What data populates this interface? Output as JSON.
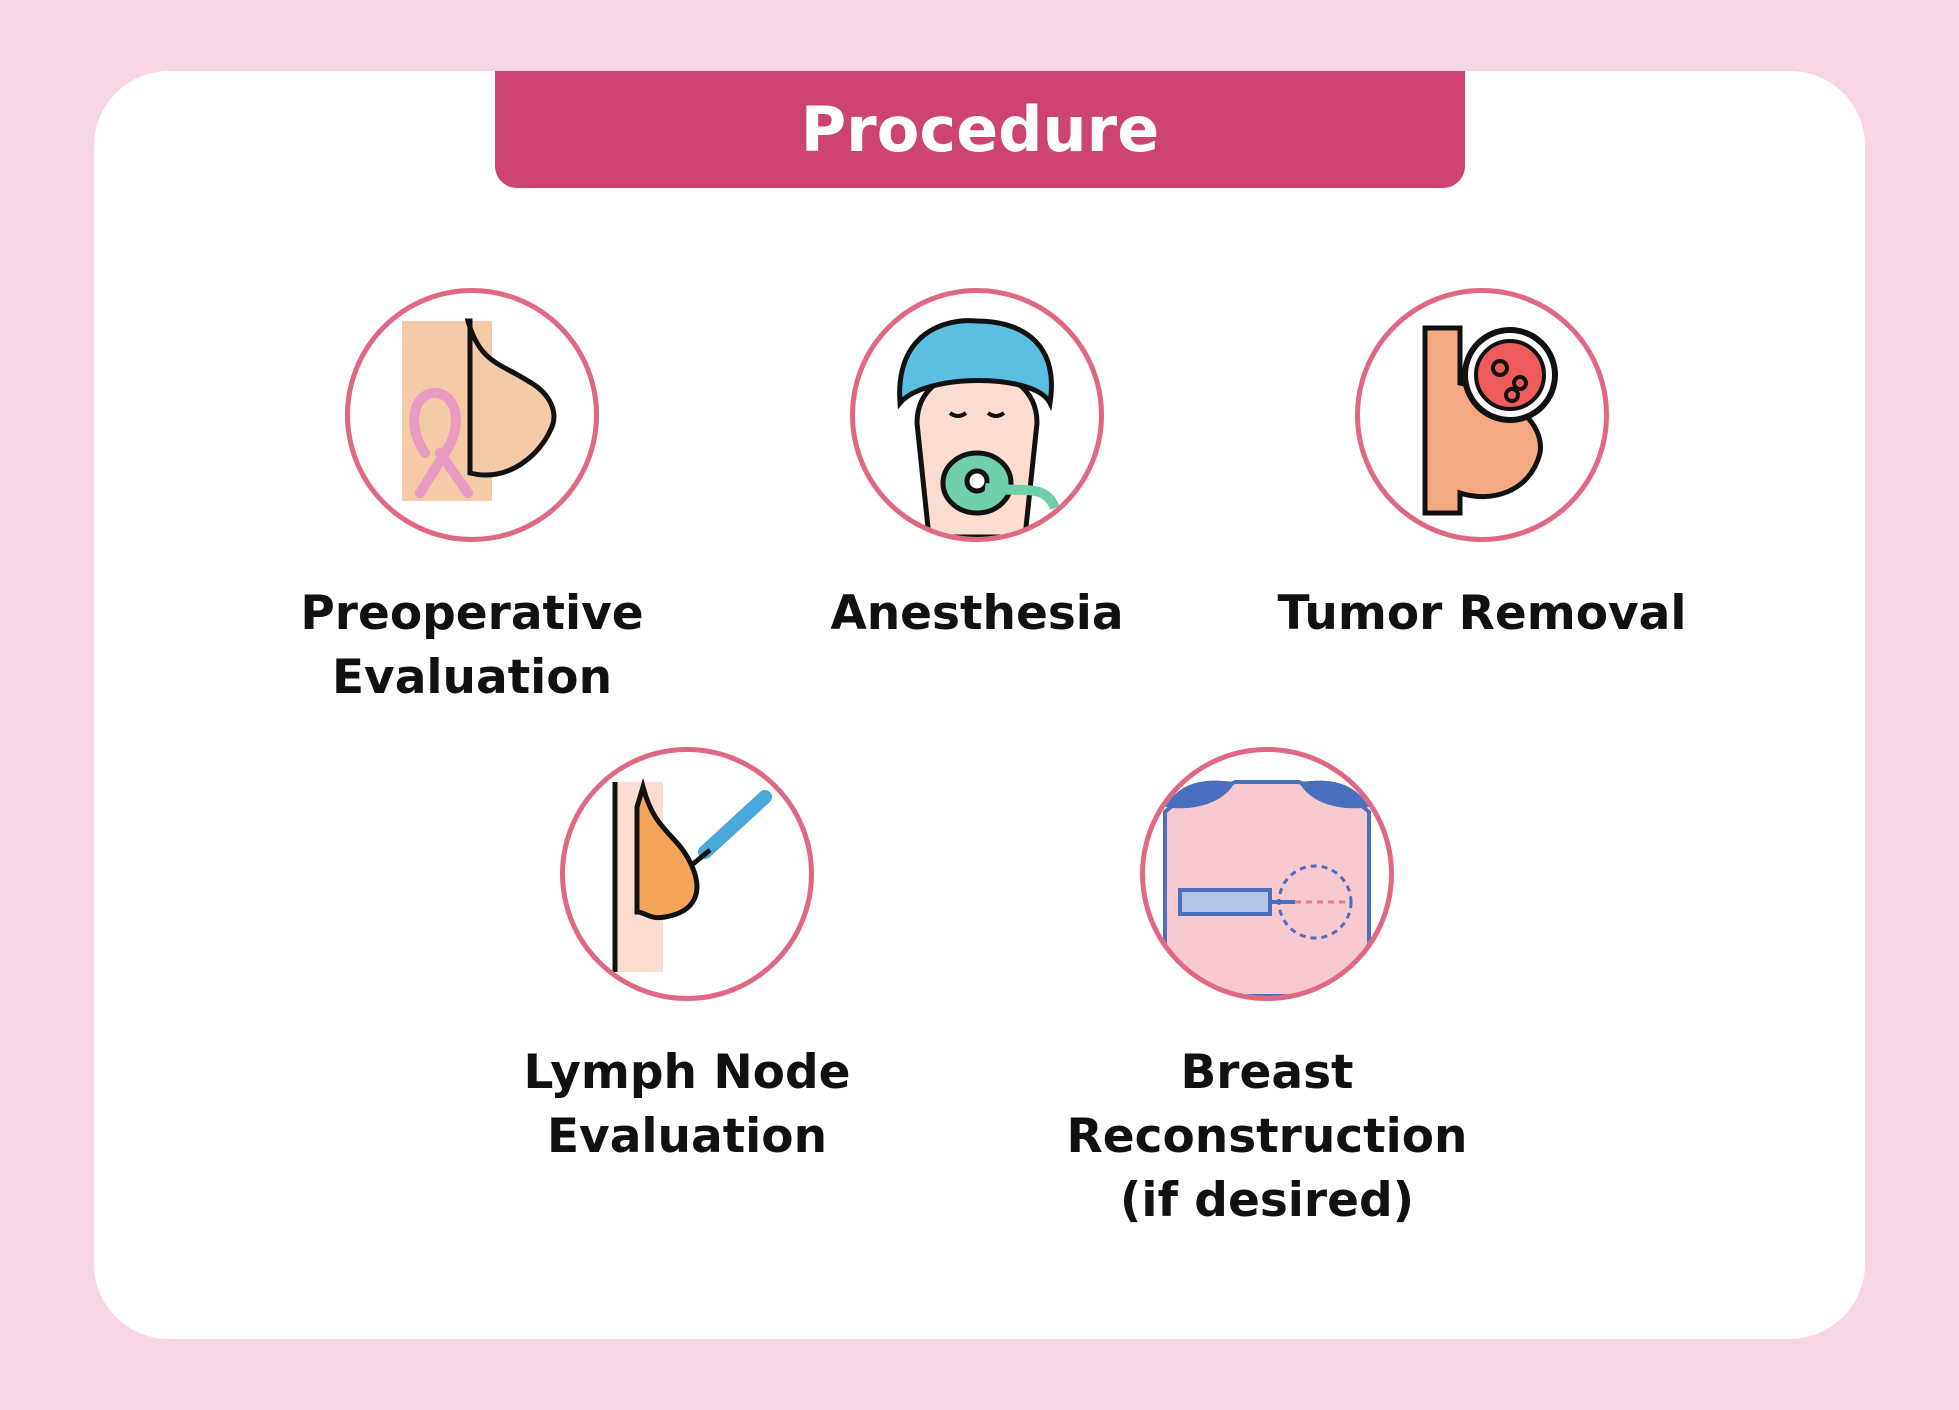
{
  "title": "Procedure",
  "steps": [
    {
      "lines": [
        "Preoperative",
        "Evaluation"
      ],
      "icon": "breast-ribbon-icon"
    },
    {
      "lines": [
        "Anesthesia"
      ],
      "icon": "anesthesia-mask-icon"
    },
    {
      "lines": [
        "Tumor Removal"
      ],
      "icon": "tumor-magnifier-icon"
    },
    {
      "lines": [
        "Lymph Node",
        "Evaluation"
      ],
      "icon": "scalpel-breast-icon"
    },
    {
      "lines": [
        "Breast",
        "Reconstruction",
        "(if desired)"
      ],
      "icon": "reconstruction-syringe-icon"
    }
  ],
  "colors": {
    "background": "#f6d6e5",
    "banner": "#cd4373",
    "circle_border": "#e06882"
  }
}
